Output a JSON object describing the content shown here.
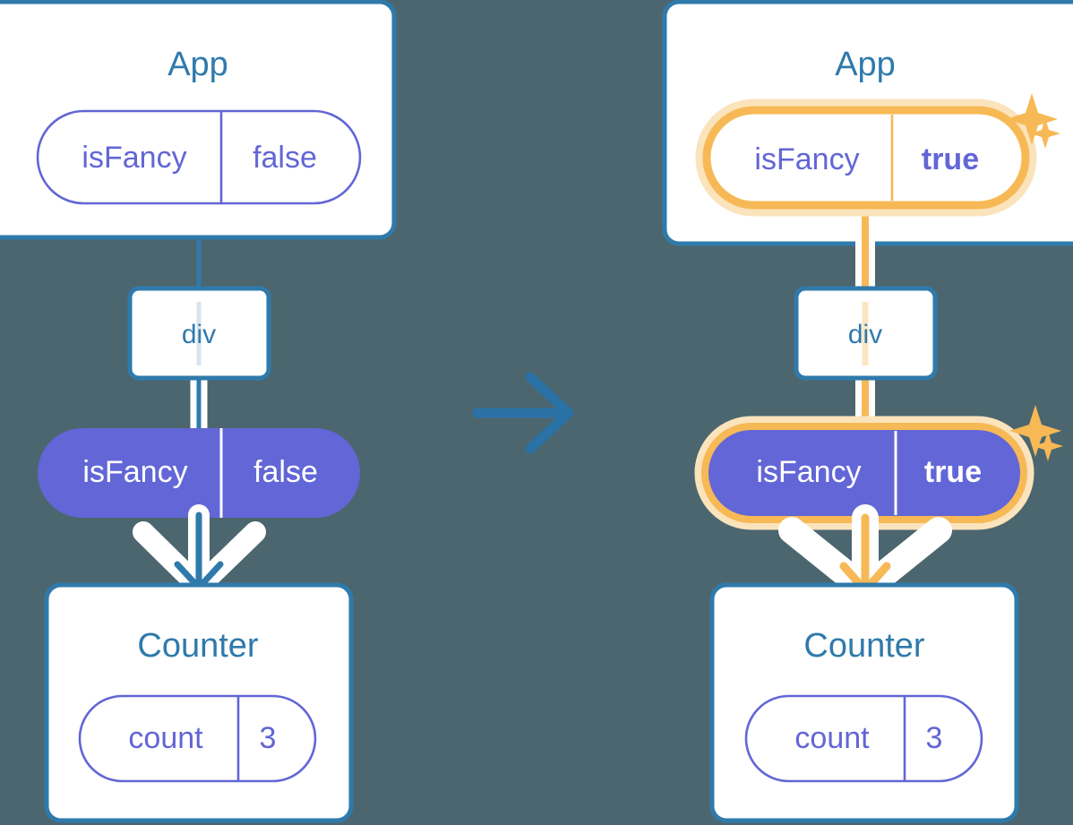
{
  "meta": {
    "background_color": "#4C666F",
    "card_border_color": "#2F7AAB",
    "card_fill_color": "#FFFFFF",
    "pill_purple": "#6266D6",
    "pill_outline_stroke": "#6266D6",
    "highlight_orange": "#F7B955",
    "highlight_orange_soft": "#FBD99B",
    "highlight_glow": "#FBE3BC",
    "connector_blue": "#2F7AAB",
    "title_color": "#2F7AAB"
  },
  "left": {
    "app_card": {
      "title": "App",
      "state_pill": {
        "name": "isFancy",
        "value": "false",
        "style": "outline",
        "highlighted": false
      }
    },
    "div_node": {
      "label": "div"
    },
    "prop_pill": {
      "name": "isFancy",
      "value": "false",
      "style": "solid",
      "highlighted": false
    },
    "counter_card": {
      "title": "Counter",
      "state_pill": {
        "name": "count",
        "value": "3",
        "style": "outline",
        "highlighted": false
      }
    }
  },
  "transition": {
    "icon": "arrow-right-icon",
    "direction": "right"
  },
  "right": {
    "app_card": {
      "title": "App",
      "state_pill": {
        "name": "isFancy",
        "value": "true",
        "style": "outline",
        "highlighted": true
      },
      "sparkle": "sparkle-icon"
    },
    "div_node": {
      "label": "div"
    },
    "prop_pill": {
      "name": "isFancy",
      "value": "true",
      "style": "solid",
      "highlighted": true,
      "sparkle": "sparkle-icon"
    },
    "counter_card": {
      "title": "Counter",
      "state_pill": {
        "name": "count",
        "value": "3",
        "style": "outline",
        "highlighted": false
      }
    }
  }
}
